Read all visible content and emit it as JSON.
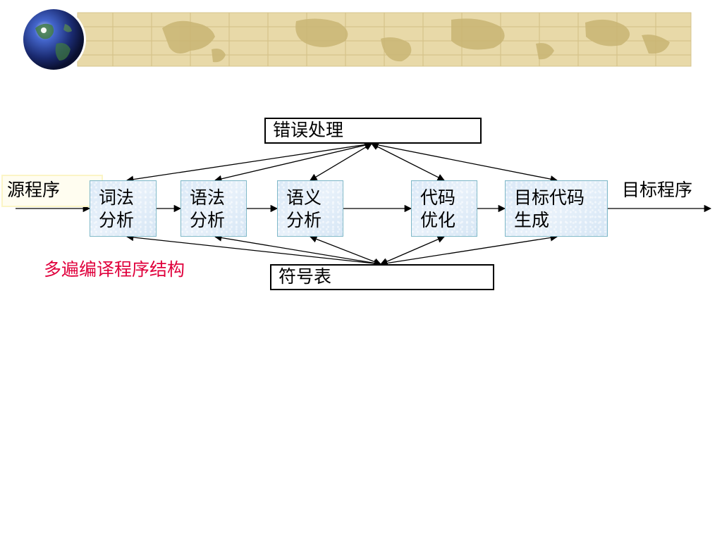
{
  "diagram": {
    "error_handler": "错误处理",
    "symbol_table": "符号表",
    "source_program": "源程序",
    "target_program": "目标程序",
    "caption": "多遍编译程序结构",
    "stages": [
      {
        "line1": "词法",
        "line2": "分析"
      },
      {
        "line1": "语法",
        "line2": "分析"
      },
      {
        "line1": "语义",
        "line2": "分析"
      },
      {
        "line1": "代码",
        "line2": "优化"
      },
      {
        "line1": "目标代码",
        "line2": "生成"
      }
    ]
  },
  "colors": {
    "caption": "#e0003c",
    "box_border": "#7fb8c8",
    "banner": "#e8d9a8"
  }
}
